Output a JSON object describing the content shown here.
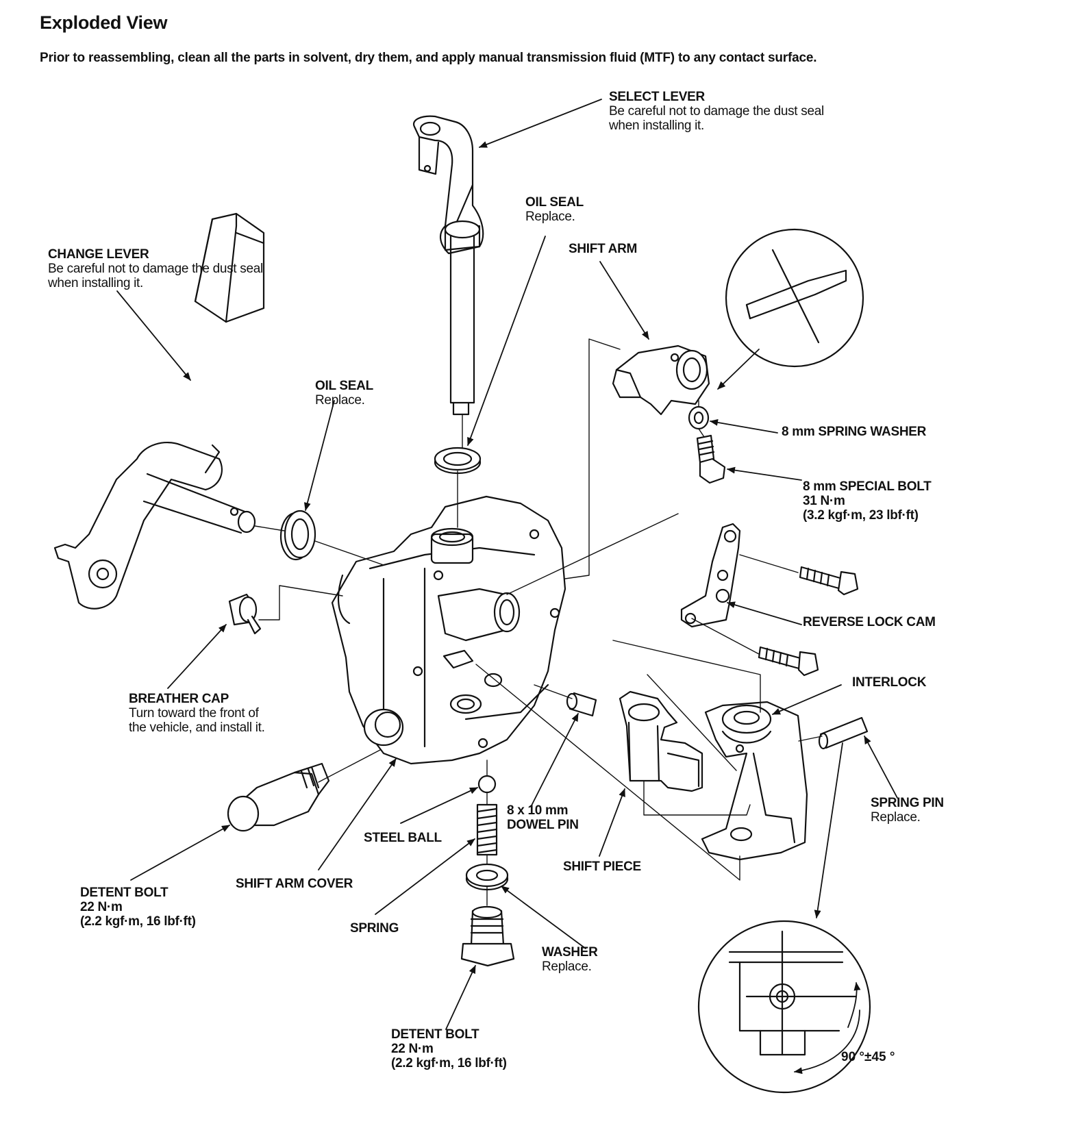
{
  "page": {
    "title": "Exploded View",
    "intro": "Prior to reassembling, clean all the parts in solvent, dry them, and apply manual transmission fluid (MTF) to any contact surface."
  },
  "callouts": {
    "select_lever": {
      "label": "SELECT LEVER",
      "note1": "Be careful not to damage the dust seal",
      "note2": "when installing it."
    },
    "oil_seal_upper": {
      "label": "OIL SEAL",
      "note": "Replace."
    },
    "shift_arm": {
      "label": "SHIFT ARM"
    },
    "change_lever": {
      "label": "CHANGE LEVER",
      "note1": "Be careful not to damage the dust seal",
      "note2": "when installing it."
    },
    "oil_seal_left": {
      "label": "OIL SEAL",
      "note": "Replace."
    },
    "spring_washer": {
      "label": "8 mm SPRING WASHER"
    },
    "special_bolt": {
      "label": "8 mm SPECIAL BOLT",
      "torque1": "31 N·m",
      "torque2": "(3.2 kgf·m, 23 lbf·ft)"
    },
    "reverse_lock_cam": {
      "label": "REVERSE LOCK CAM"
    },
    "interlock": {
      "label": "INTERLOCK"
    },
    "breather_cap": {
      "label": "BREATHER CAP",
      "note1": "Turn toward the front of",
      "note2": "the vehicle, and install it."
    },
    "spring_pin": {
      "label": "SPRING PIN",
      "note": "Replace."
    },
    "dowel_pin": {
      "label1": "8 x 10 mm",
      "label2": "DOWEL PIN"
    },
    "steel_ball": {
      "label": "STEEL BALL"
    },
    "shift_piece": {
      "label": "SHIFT PIECE"
    },
    "detent_bolt_left": {
      "label": "DETENT BOLT",
      "torque1": "22 N·m",
      "torque2": "(2.2 kgf·m, 16 lbf·ft)"
    },
    "shift_arm_cover": {
      "label": "SHIFT ARM COVER"
    },
    "spring": {
      "label": "SPRING"
    },
    "washer": {
      "label": "WASHER",
      "note": "Replace."
    },
    "detent_bolt_bottom": {
      "label": "DETENT BOLT",
      "torque1": "22 N·m",
      "torque2": "(2.2 kgf·m, 16 lbf·ft)"
    }
  },
  "detail": {
    "angle": "90 °±45 °"
  }
}
